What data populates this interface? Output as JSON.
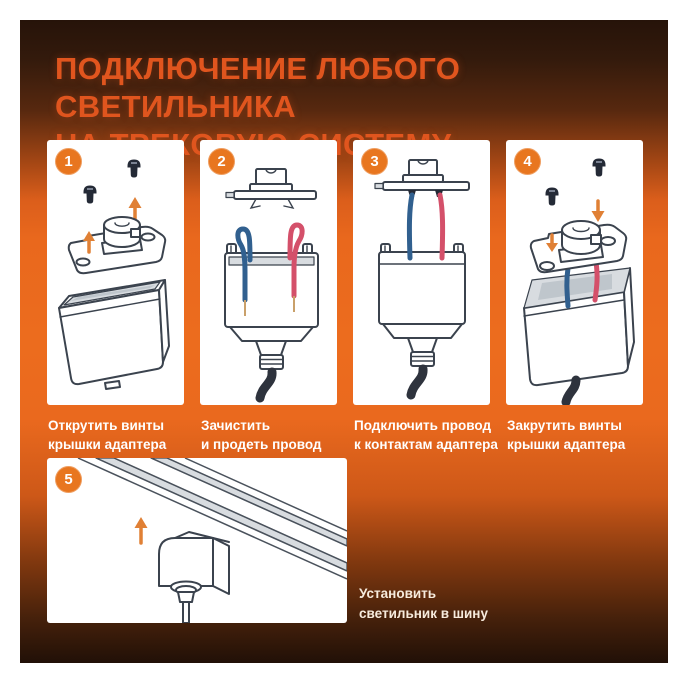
{
  "title": {
    "line1": "ПОДКЛЮЧЕНИЕ ЛЮБОГО СВЕТИЛЬНИКА",
    "line2": "НА ТРЕКОВУЮ СИСТЕМУ"
  },
  "steps": [
    {
      "number": "1",
      "caption_line1": "Открутить винты",
      "caption_line2": "крышки адаптера"
    },
    {
      "number": "2",
      "caption_line1": "Зачистить",
      "caption_line2": "и продеть провод"
    },
    {
      "number": "3",
      "caption_line1": "Подключить провод",
      "caption_line2": "к контактам адаптера"
    },
    {
      "number": "4",
      "caption_line1": "Закрутить винты",
      "caption_line2": "крышки адаптера"
    },
    {
      "number": "5",
      "caption_line1": "Установить",
      "caption_line2": "светильник в шину"
    }
  ],
  "colors": {
    "card_orange": "#e9681d",
    "card_dark_top": "#261309",
    "card_dark_bottom": "#211007",
    "badge_orange": "#e8761f",
    "title_orange": "#e0551e",
    "caption_white": "#ffffff",
    "wire_blue": "#31608f",
    "wire_red": "#d4506a",
    "arrow_orange": "#e08035",
    "line_art": "#3b434e",
    "page_margin": "#ffffff"
  },
  "icons": {
    "step_badge": "numbered-circle",
    "up_arrow": "↑",
    "down_arrow": "↓",
    "screw": "screw-glyph"
  }
}
